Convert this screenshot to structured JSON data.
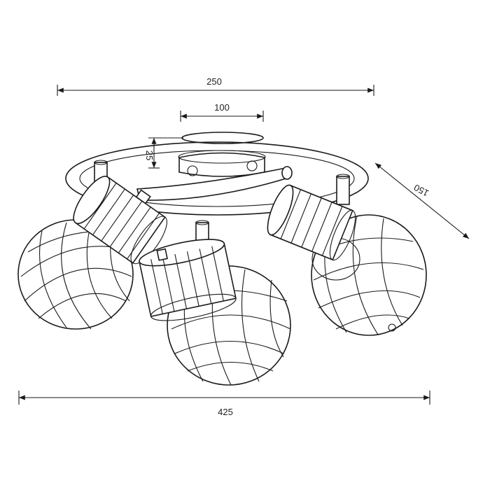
{
  "dimensions": {
    "top_width": "250",
    "base_width": "100",
    "base_height": "25",
    "depth": "150",
    "overall_width": "425"
  }
}
